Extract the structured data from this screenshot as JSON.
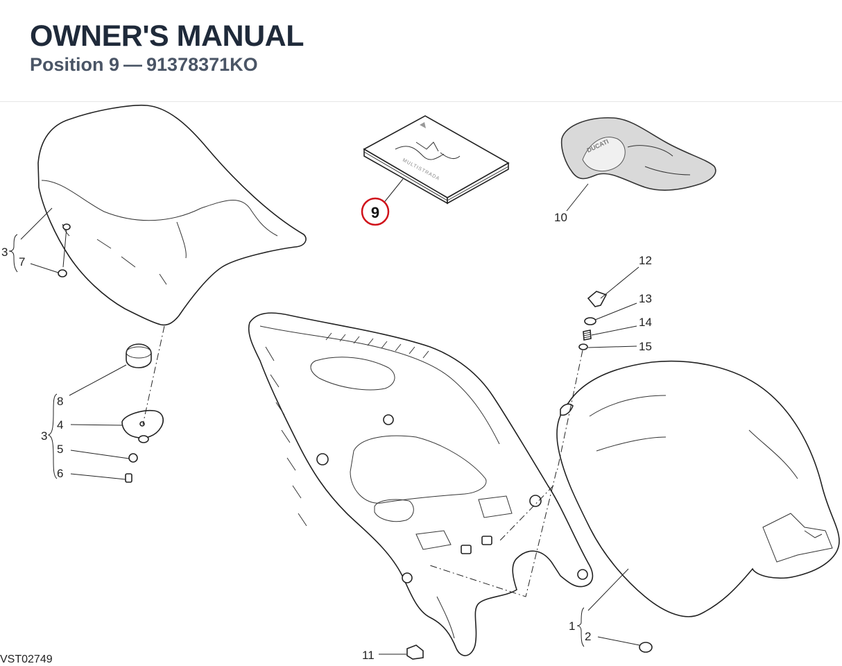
{
  "header": {
    "title": "OWNER'S MANUAL",
    "position_label": "Position 9",
    "separator": "—",
    "part_number": "91378371KO"
  },
  "diagram": {
    "reference_code": "VST02749",
    "highlight_color": "#d0121b",
    "callouts": {
      "c1": "1",
      "c2": "2",
      "c3a": "3",
      "c3b": "3",
      "c4": "4",
      "c5": "5",
      "c6": "6",
      "c7": "7",
      "c8": "8",
      "c9": "9",
      "c10": "10",
      "c11": "11",
      "c12": "12",
      "c13": "13",
      "c14": "14",
      "c15": "15"
    },
    "manual_cover_text": "MULTISTRADA",
    "cover_logo_text": "DUCATI"
  }
}
